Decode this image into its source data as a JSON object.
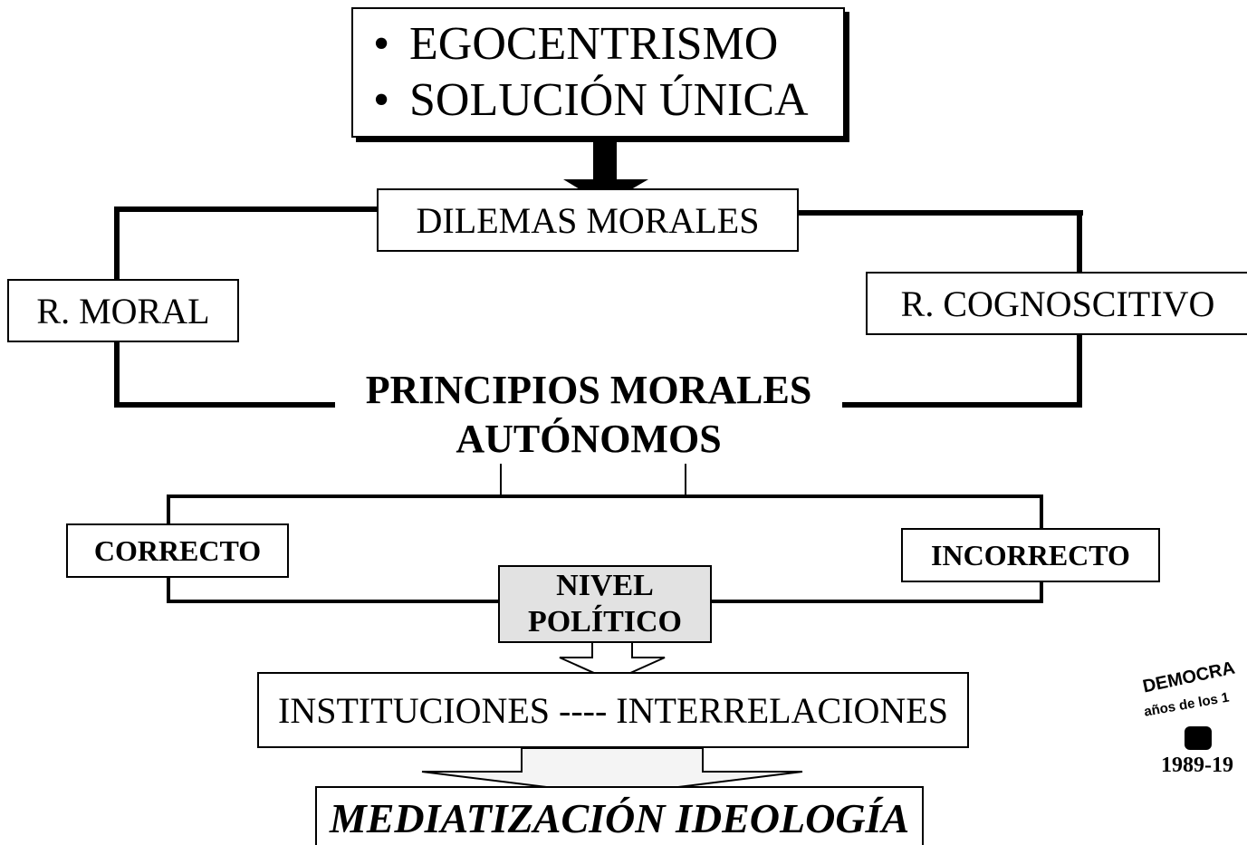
{
  "top_box": {
    "items": [
      "EGOCENTRISMO",
      "SOLUCIÓN ÚNICA"
    ],
    "bullet": "•"
  },
  "dilemas": "DILEMAS MORALES",
  "r_moral": "R. MORAL",
  "r_cognoscitivo": "R. COGNOSCITIVO",
  "principios": {
    "line1": "PRINCIPIOS MORALES",
    "line2": "AUTÓNOMOS"
  },
  "correcto": "CORRECTO",
  "incorrecto": "INCORRECTO",
  "nivel": {
    "line1": "NIVEL",
    "line2": "POLÍTICO"
  },
  "instituciones": "INSTITUCIONES ---- INTERRELACIONES",
  "mediatizacion": "MEDIATIZACIÓN IDEOLOGÍA",
  "seal": {
    "top": "DEMOCRA",
    "middle": "años de los 1",
    "year": "1989-19"
  }
}
